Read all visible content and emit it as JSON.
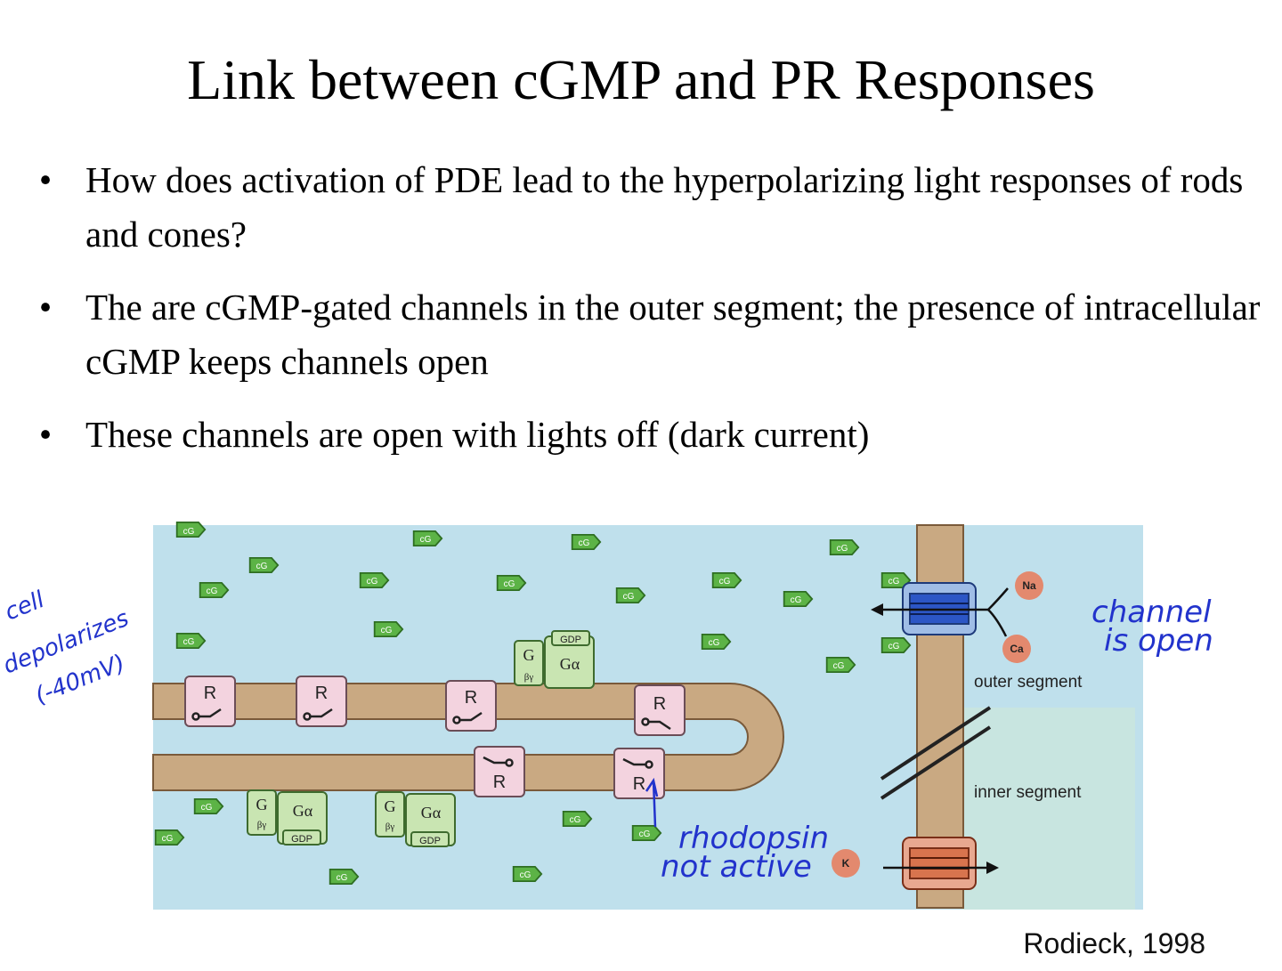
{
  "slide": {
    "title": "Link between cGMP and PR Responses",
    "bullet_symbol": "•",
    "bullets": [
      "How does activation of PDE lead to the hyperpolarizing light responses of rods and cones?",
      "The are cGMP-gated channels in the outer segment; the presence of intracellular cGMP keeps channels open",
      "These channels are open with lights off (dark current)"
    ]
  },
  "figure": {
    "molecule_label": "cG",
    "receptor_label": "R",
    "g_label": "G",
    "g_alpha_label": "Gα",
    "g_betagamma_label": "βγ",
    "gdp_label": "GDP",
    "ion_na": "Na",
    "ion_ca": "Ca",
    "ion_k": "K",
    "outer_segment_label": "outer segment",
    "inner_segment_label": "inner segment",
    "annotations": {
      "left_line1": "cell",
      "left_line2": "depolarizes",
      "left_line3": "(-40mV)",
      "right_line1": "channel",
      "right_line2": "is open",
      "bottom_line1": "rhodopsin",
      "bottom_line2": "not active"
    },
    "colors": {
      "background": "#bfe0ec",
      "membrane": "#c9a982",
      "receptor": "#f3d3df",
      "g_protein": "#c9e5b2",
      "cgmp": "#5cb346",
      "channel_open": "#2c56c6",
      "channel_k": "#d8744e",
      "ion": "#e3896e",
      "handwriting": "#2233cc"
    }
  },
  "citation": "Rodieck, 1998"
}
